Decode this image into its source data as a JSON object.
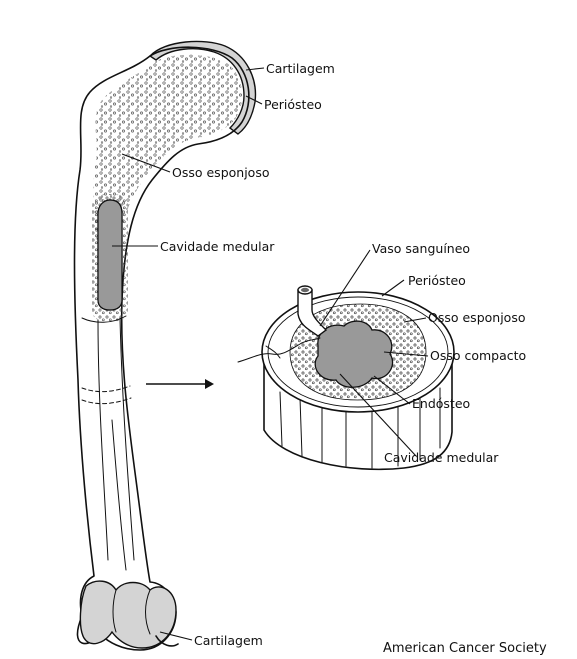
{
  "labels": {
    "femur_cartilage_top": "Cartilagem",
    "femur_periosteum": "Periósteo",
    "femur_spongy": "Osso esponjoso",
    "femur_marrow": "Cavidade medular",
    "femur_cartilage_bottom": "Cartilagem",
    "section_vessel": "Vaso sanguíneo",
    "section_periosteum": "Periósteo",
    "section_spongy": "Osso esponjoso",
    "section_compact": "Osso compacto",
    "section_endosteum": "Endósteo",
    "section_marrow": "Cavidade medular"
  },
  "credit": "American Cancer Society",
  "colors": {
    "outline": "#111111",
    "bone_fill": "#ffffff",
    "spongy_dots": "#444444",
    "marrow_gray": "#999999",
    "cartilage_gray": "#d4d4d4"
  }
}
